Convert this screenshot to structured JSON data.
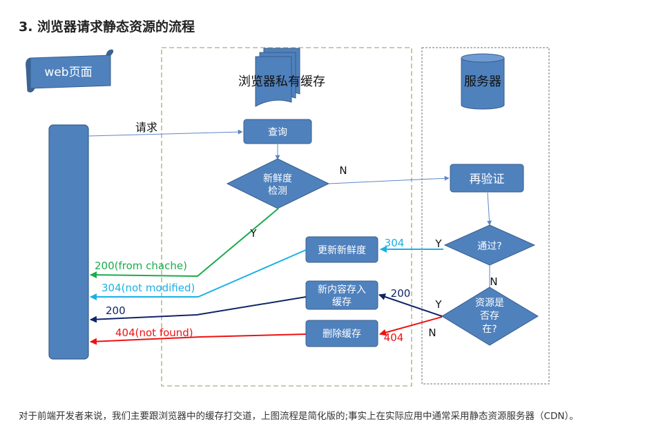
{
  "heading": "3. 浏览器请求静态资源的流程",
  "diagram": {
    "web_page_label": "web页面",
    "cache_title": "浏览器私有缓存",
    "server_title": "服务器",
    "request_label": "请求",
    "nodes": {
      "query": "查询",
      "freshness_check": [
        "新鲜度",
        "检测"
      ],
      "revalidate": "再验证",
      "update_freshness": "更新新鲜度",
      "pass": "通过?",
      "store_new": [
        "新内容存入",
        "缓存"
      ],
      "resource_exists": [
        "资源是",
        "否存",
        "在?"
      ],
      "delete_cache": "删除缓存"
    },
    "branch_labels": {
      "fresh_yes": "Y",
      "fresh_no": "N",
      "pass_yes": "Y",
      "pass_no": "N",
      "exists_yes": "Y",
      "exists_no": "N"
    },
    "status_labels": {
      "code_304_right": "304",
      "code_200_right": "200",
      "code_404_right": "404",
      "from_cache": "200(from chache)",
      "not_modified": "304(not modified)",
      "ok": "200",
      "not_found": "404(not found)"
    },
    "colors": {
      "box_fill": "#4f81bd",
      "box_stroke": "#385d8a",
      "green": "#1aab4b",
      "cyan": "#1ab0e6",
      "navy": "#0f2466",
      "red": "#ee1111",
      "thin_arrow": "#5b86c2"
    }
  },
  "paragraph": "对于前端开发者来说，我们主要跟浏览器中的缓存打交道，上图流程是简化版的;事实上在实际应用中通常采用静态资源服务器（CDN）。"
}
